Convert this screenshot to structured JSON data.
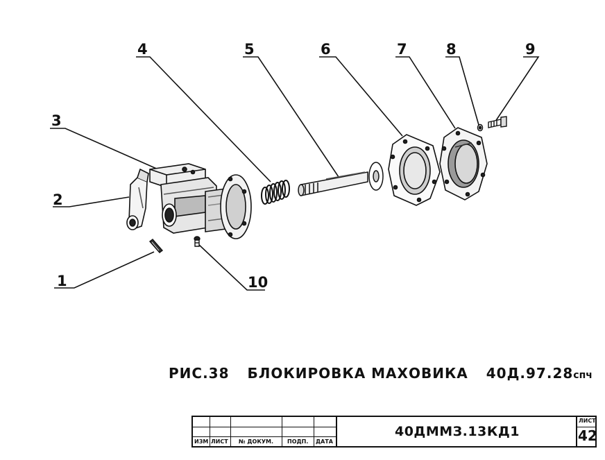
{
  "figure": {
    "caption_label": "РИС.38",
    "caption_title": "БЛОКИРОВКА МАХОВИКА",
    "caption_code": "40Д.97.28",
    "caption_suffix": "спч"
  },
  "callouts": [
    {
      "num": "1",
      "part": "pin"
    },
    {
      "num": "2",
      "part": "lever"
    },
    {
      "num": "3",
      "part": "bracket"
    },
    {
      "num": "4",
      "part": "spring"
    },
    {
      "num": "5",
      "part": "shaft"
    },
    {
      "num": "6",
      "part": "gasket"
    },
    {
      "num": "7",
      "part": "cover"
    },
    {
      "num": "8",
      "part": "washer"
    },
    {
      "num": "9",
      "part": "bolt"
    },
    {
      "num": "10",
      "part": "screw"
    }
  ],
  "title_block": {
    "headers": {
      "izm": "ИЗМ",
      "list": "ЛИСТ",
      "n_dokum": "№ ДОКУМ.",
      "podp": "ПОДП.",
      "data": "ДАТА"
    },
    "doc_code": "40ДММЗ.13КД1",
    "sheet_label": "ЛИСТ",
    "sheet_number": "42"
  },
  "colors": {
    "ink": "#111111",
    "paper": "#ffffff"
  }
}
